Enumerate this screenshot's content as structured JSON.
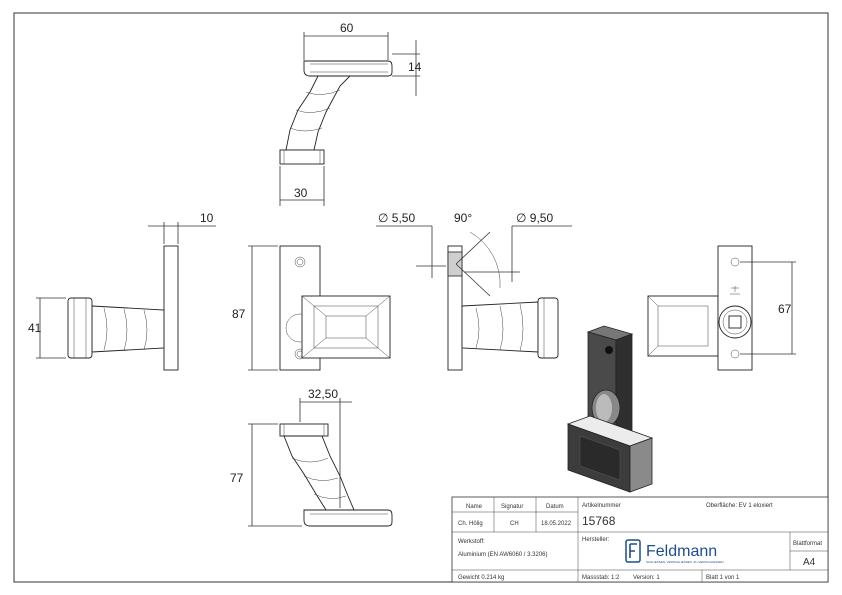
{
  "dimensions": {
    "top_width": "60",
    "top_height": "14",
    "top_base": "30",
    "plate_thickness": "10",
    "left_height": "41",
    "front_height": "87",
    "hole_dia": "∅ 5,50",
    "angle": "90°",
    "counter_dia": "∅ 9,50",
    "hole_spacing": "67",
    "offset": "32,50",
    "bottom_height": "77"
  },
  "title_block": {
    "col_name": "Name",
    "col_signature": "Signatur",
    "col_date": "Datum",
    "name_value": "Ch. Hölig",
    "signature_value": "CH",
    "date_value": "18.05.2022",
    "article_label": "Artikelnummer",
    "article_number": "15768",
    "surface_label": "Oberfläche:  EV 1 eloxiert",
    "material_label": "Werkstoff:",
    "material_value": "Aluminium (EN AW6060 / 3.3206)",
    "manufacturer_label": "Hersteller:",
    "brand_name": "Feldmann",
    "brand_tagline": "SCHLIESSEN, VERSCHLIESSEN, ZU VERSCHLIESSEN",
    "sheet_format_label": "Blattformat",
    "sheet_format_value": "A4",
    "weight": "Gewicht 0.214 kg",
    "scale": "Massstab: 1:2",
    "version": "Version: 1",
    "sheet": "Blatt 1 von 1"
  },
  "colors": {
    "brand": "#1f4e8c",
    "line": "#222222"
  }
}
